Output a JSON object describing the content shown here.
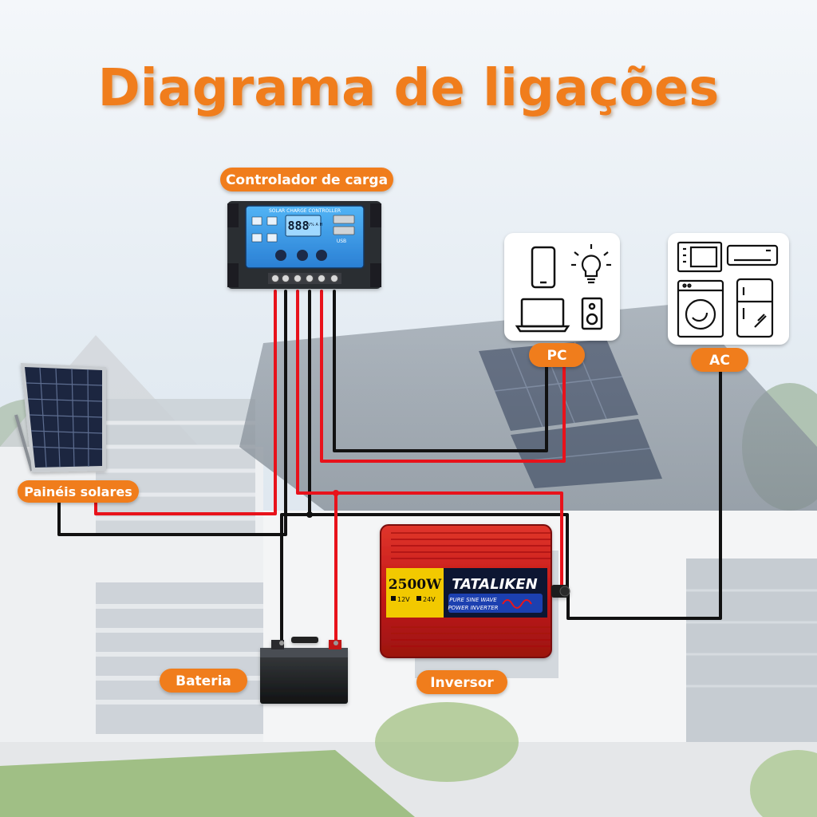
{
  "title": "Diagrama de ligações",
  "labels": {
    "controller": "Controlador de carga",
    "panels": "Painéis solares",
    "battery": "Bateria",
    "inverter": "Inversor",
    "pc": "PC",
    "ac": "AC"
  },
  "controller": {
    "header": "SOLAR CHARGE CONTROLLER",
    "display": "888",
    "display_units": "V% A H",
    "usb": "USB"
  },
  "inverter": {
    "power": "2500W",
    "brand": "TATALIKEN",
    "v12": "12V",
    "v24": "24V",
    "tag_line1": "PURE SINE WAVE",
    "tag_line2": "POWER INVERTER"
  },
  "colors": {
    "accent": "#f07d1e",
    "wire_red": "#e8121b",
    "wire_black": "#111111",
    "display_blue": "#2e8be0"
  },
  "icons": {
    "pc_group": [
      "phone-icon",
      "bulb-icon",
      "laptop-icon",
      "speaker-icon"
    ],
    "ac_group": [
      "microwave-icon",
      "air-conditioner-icon",
      "washing-machine-icon",
      "refrigerator-icon"
    ]
  }
}
